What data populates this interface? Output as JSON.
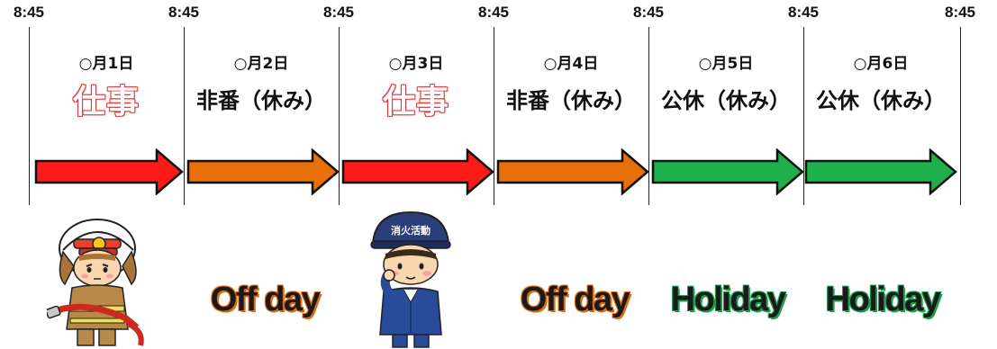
{
  "times": [
    "8:45",
    "8:45",
    "8:45",
    "8:45",
    "8:45",
    "8:45",
    "8:45"
  ],
  "days": [
    {
      "date": "○月1日",
      "status": "仕事",
      "kind": "work",
      "english": "",
      "arrow_color": "#ff1a1a"
    },
    {
      "date": "○月2日",
      "status": "非番（休み）",
      "kind": "off",
      "english": "Off day",
      "arrow_color": "#e8700a"
    },
    {
      "date": "○月3日",
      "status": "仕事",
      "kind": "work",
      "english": "",
      "arrow_color": "#ff1a1a"
    },
    {
      "date": "○月4日",
      "status": "非番（休み）",
      "kind": "off",
      "english": "Off day",
      "arrow_color": "#e8700a"
    },
    {
      "date": "○月5日",
      "status": "公休（休み）",
      "kind": "holiday",
      "english": "Holiday",
      "arrow_color": "#1eb04a"
    },
    {
      "date": "○月6日",
      "status": "公休（休み）",
      "kind": "holiday",
      "english": "Holiday",
      "arrow_color": "#1eb04a"
    }
  ],
  "cap_text": "消火活動",
  "colors": {
    "work": "#ff1a1a",
    "off": "#e8700a",
    "holiday": "#1eb04a",
    "off_glow": "#e06a10",
    "holiday_glow": "#1ea050"
  }
}
